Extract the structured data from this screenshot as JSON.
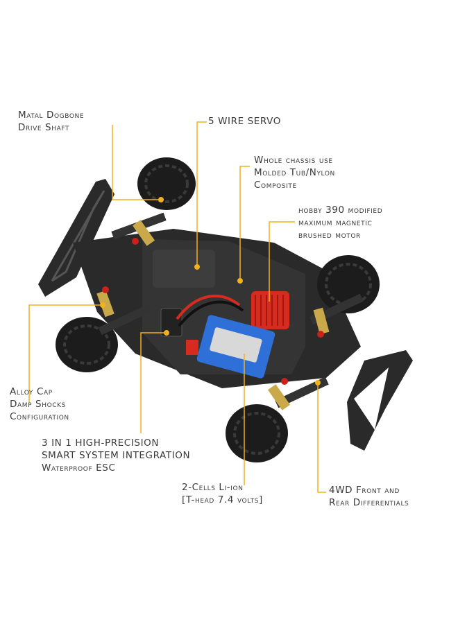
{
  "callouts": {
    "dogbone": [
      "Matal Dogbone",
      "Drive Shaft"
    ],
    "servo": [
      "5 WIRE SERVO"
    ],
    "chassis": [
      "Whole chassis use",
      "Molded Tub/Nylon",
      "Composite"
    ],
    "motor": [
      "hobby 390 modified",
      "maximum magnetic",
      "brushed motor"
    ],
    "shocks": [
      "Alloy Cap",
      "Damp Shocks",
      "Configuration"
    ],
    "esc": [
      "3 IN 1 HIGH-PRECISION",
      "SMART SYSTEM INTEGRATION",
      "Waterproof ESC"
    ],
    "battery": [
      "2-Cells Li-ion",
      "[T-head 7.4 volts]"
    ],
    "diff": [
      "4WD Front and",
      "Rear Differentials"
    ]
  },
  "colors": {
    "callout_line": "#f2b21b",
    "chassis": "#2a2a2a",
    "tire": "#1c1c1c",
    "motor": "#d62b1e",
    "battery": "#2e6fd8",
    "shock_spring": "#c9a94a",
    "shock_cap": "#c8221a"
  }
}
